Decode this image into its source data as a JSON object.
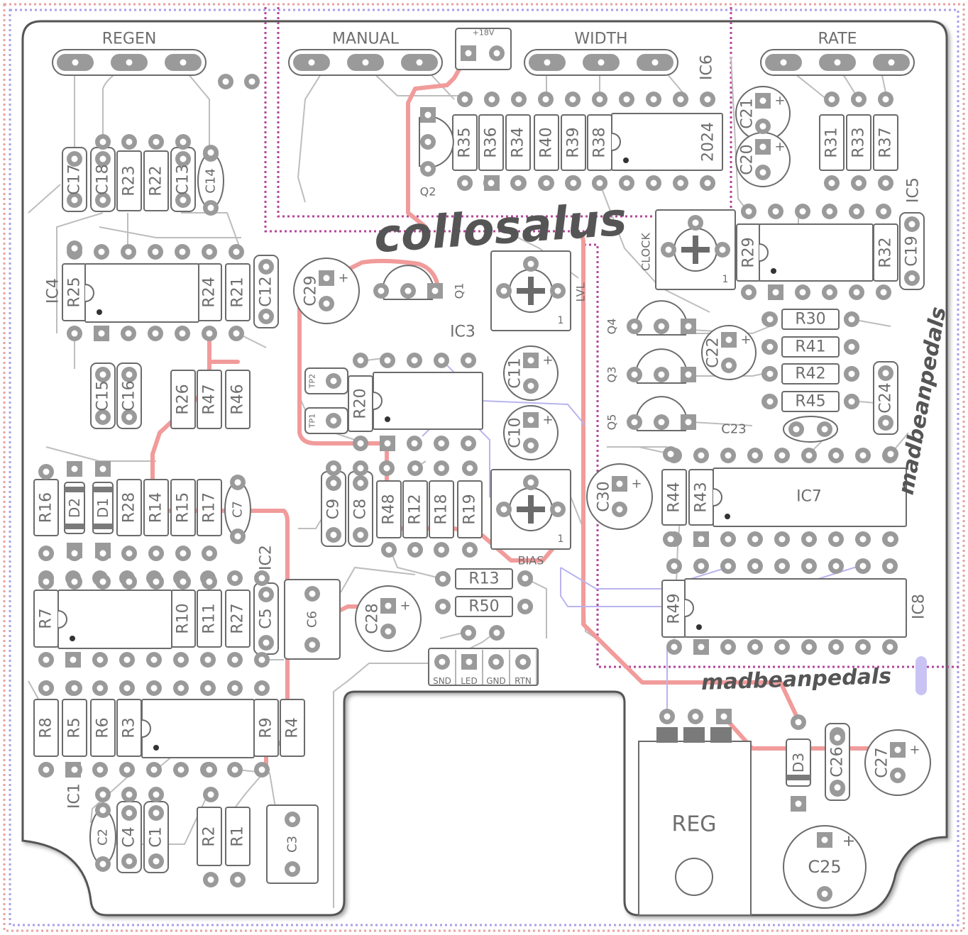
{
  "pots": [
    "REGEN",
    "MANUAL",
    "WIDTH",
    "RATE"
  ],
  "header": {
    "label": "+18V"
  },
  "resistors_v": [
    "R17",
    "R18",
    "R23",
    "R22",
    "R25",
    "R24",
    "R21",
    "R26",
    "R47",
    "R46",
    "R16",
    "R28",
    "R14",
    "R15",
    "R7",
    "R10",
    "R11",
    "R27",
    "R8",
    "R5",
    "R6",
    "R3",
    "R9",
    "R4",
    "R2",
    "R1",
    "R35",
    "R36",
    "R34",
    "R40",
    "R39",
    "R38",
    "R31",
    "R33",
    "R37",
    "R29",
    "R32",
    "R20",
    "R48",
    "R12",
    "R19",
    "R44",
    "R43",
    "R49"
  ],
  "resistors_h": [
    "R30",
    "R41",
    "R42",
    "R45",
    "R13",
    "R50"
  ],
  "caps_film": [
    "C17",
    "C18",
    "C13",
    "C15",
    "C16",
    "C9",
    "C8",
    "C5",
    "C4",
    "C1",
    "C12",
    "C24",
    "C19",
    "C26"
  ],
  "caps_elec": [
    "C21",
    "C20",
    "C29",
    "C11",
    "C10",
    "C22",
    "C30",
    "C28",
    "C27",
    "C25"
  ],
  "caps_disc": [
    "C14",
    "C7",
    "C2",
    "C23"
  ],
  "caps_box": [
    "C6",
    "C3"
  ],
  "diodes": [
    "D2",
    "D1",
    "D3"
  ],
  "ics": [
    "IC1",
    "IC2",
    "IC3",
    "IC4",
    "IC5",
    "IC6",
    "IC7",
    "IC8",
    "2024"
  ],
  "transistors": [
    "Q1",
    "Q2",
    "Q3",
    "Q4",
    "Q5"
  ],
  "trimmers": [
    "CLOCK",
    "LVL",
    "BIAS"
  ],
  "test_points": [
    "TP1",
    "TP2"
  ],
  "connector": [
    "SND",
    "LED",
    "GND",
    "RTN"
  ],
  "regulator": "REG",
  "brand": {
    "title": "collosalus",
    "maker": "madbeanpedals"
  },
  "colors": {
    "trace": "#f19b9b",
    "trace_blue": "#b9b4ee",
    "pad": "#9a9a9a",
    "outline": "#555555",
    "silk": "#7a7a7a",
    "keepout": "#b5449a"
  }
}
